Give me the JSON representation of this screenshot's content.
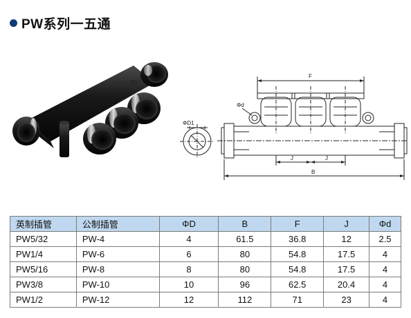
{
  "header": {
    "title": "PW系列一五通"
  },
  "photo": {
    "icon": "pneumatic-five-way-fitting-icon"
  },
  "drawing": {
    "icon": "technical-drawing-icon",
    "labels": {
      "F": "F",
      "phi_d": "Φd",
      "phi_D1": "ΦD1",
      "J1": "J",
      "J2": "J",
      "B": "B"
    }
  },
  "table": {
    "headers": [
      "英制插管",
      "公制插管",
      "ΦD",
      "B",
      "F",
      "J",
      "Φd"
    ],
    "rows": [
      [
        "PW5/32",
        "PW-4",
        "4",
        "61.5",
        "36.8",
        "12",
        "2.5"
      ],
      [
        "PW1/4",
        "PW-6",
        "6",
        "80",
        "54.8",
        "17.5",
        "4"
      ],
      [
        "PW5/16",
        "PW-8",
        "8",
        "80",
        "54.8",
        "17.5",
        "4"
      ],
      [
        "PW3/8",
        "PW-10",
        "10",
        "96",
        "62.5",
        "20.4",
        "4"
      ],
      [
        "PW1/2",
        "PW-12",
        "12",
        "112",
        "71",
        "23",
        "4"
      ]
    ]
  }
}
